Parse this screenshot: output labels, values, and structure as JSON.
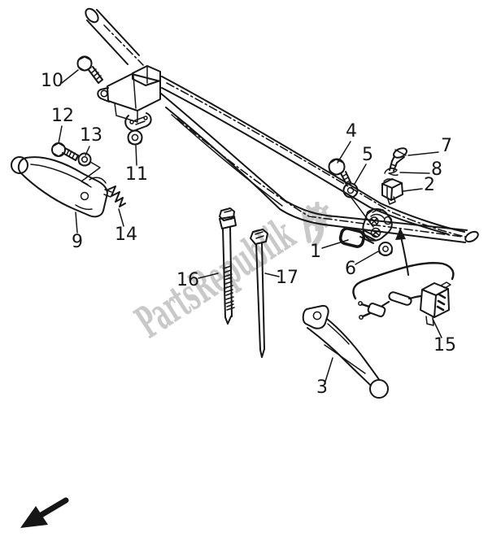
{
  "diagram": {
    "background_color": "#ffffff",
    "ink_color": "#161616",
    "watermark": {
      "text": "PartsRepublik",
      "color": "#c9c9c9",
      "logo_icon": "gear-icon"
    },
    "arrows": {
      "bottom_left": "arrow-southwest-icon",
      "assembly": "arrow-up-icon"
    },
    "part_labels": [
      {
        "number": "1"
      },
      {
        "number": "2"
      },
      {
        "number": "3"
      },
      {
        "number": "4"
      },
      {
        "number": "5"
      },
      {
        "number": "6"
      },
      {
        "number": "7"
      },
      {
        "number": "8"
      },
      {
        "number": "9"
      },
      {
        "number": "10"
      },
      {
        "number": "11"
      },
      {
        "number": "12"
      },
      {
        "number": "13"
      },
      {
        "number": "14"
      },
      {
        "number": "15"
      },
      {
        "number": "16"
      },
      {
        "number": "17"
      }
    ]
  }
}
